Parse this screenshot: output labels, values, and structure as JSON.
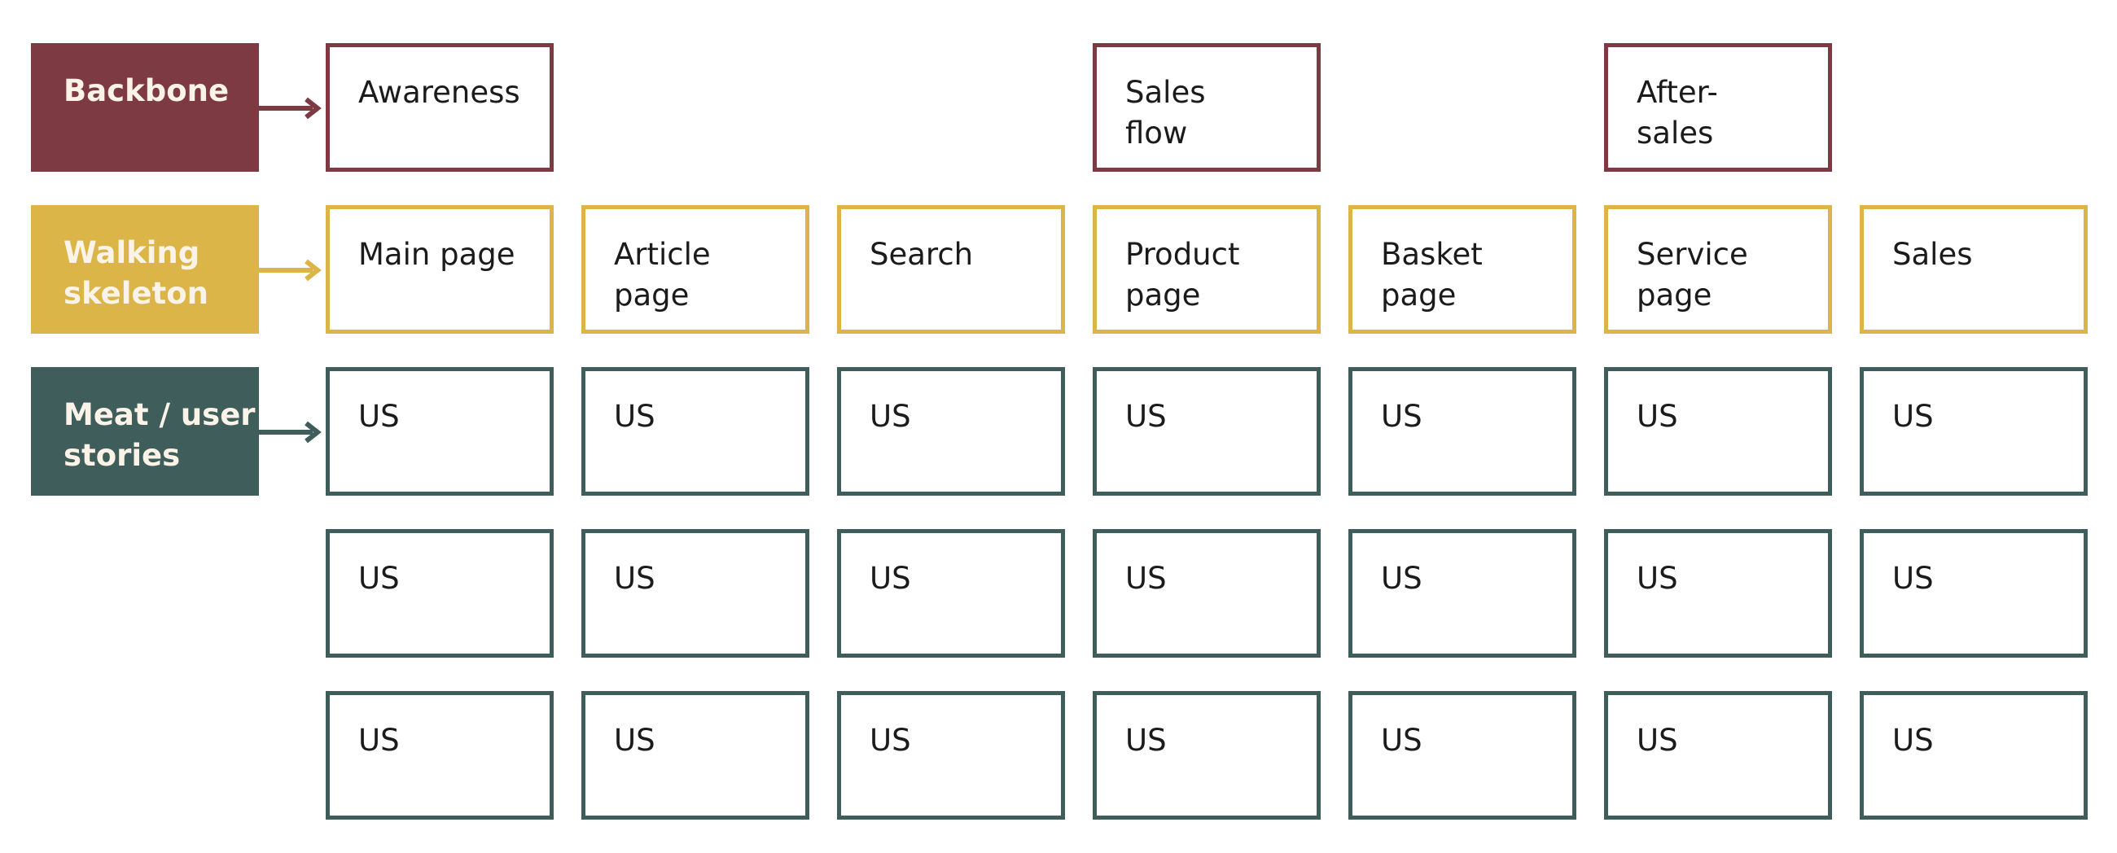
{
  "colors": {
    "backbone": "#7e3a43",
    "walking_skeleton": "#dbb548",
    "meat": "#3f5e5b",
    "label_text": "#fbf3e8",
    "card_text": "#1b1b1b"
  },
  "rows": {
    "backbone": {
      "label": "Backbone",
      "cards": [
        {
          "text": "Awareness",
          "column": 0
        },
        {
          "text": "Sales\nflow",
          "column": 3
        },
        {
          "text": "After-\nsales",
          "column": 5
        }
      ]
    },
    "walking_skeleton": {
      "label": "Walking\nskeleton",
      "cards": [
        "Main page",
        "Article\npage",
        "Search",
        "Product\npage",
        "Basket\npage",
        "Service\npage",
        "Sales"
      ]
    },
    "meat": {
      "label": "Meat / user\nstories",
      "rows": [
        [
          "US",
          "US",
          "US",
          "US",
          "US",
          "US",
          "US"
        ],
        [
          "US",
          "US",
          "US",
          "US",
          "US",
          "US",
          "US"
        ],
        [
          "US",
          "US",
          "US",
          "US",
          "US",
          "US",
          "US"
        ]
      ]
    }
  }
}
